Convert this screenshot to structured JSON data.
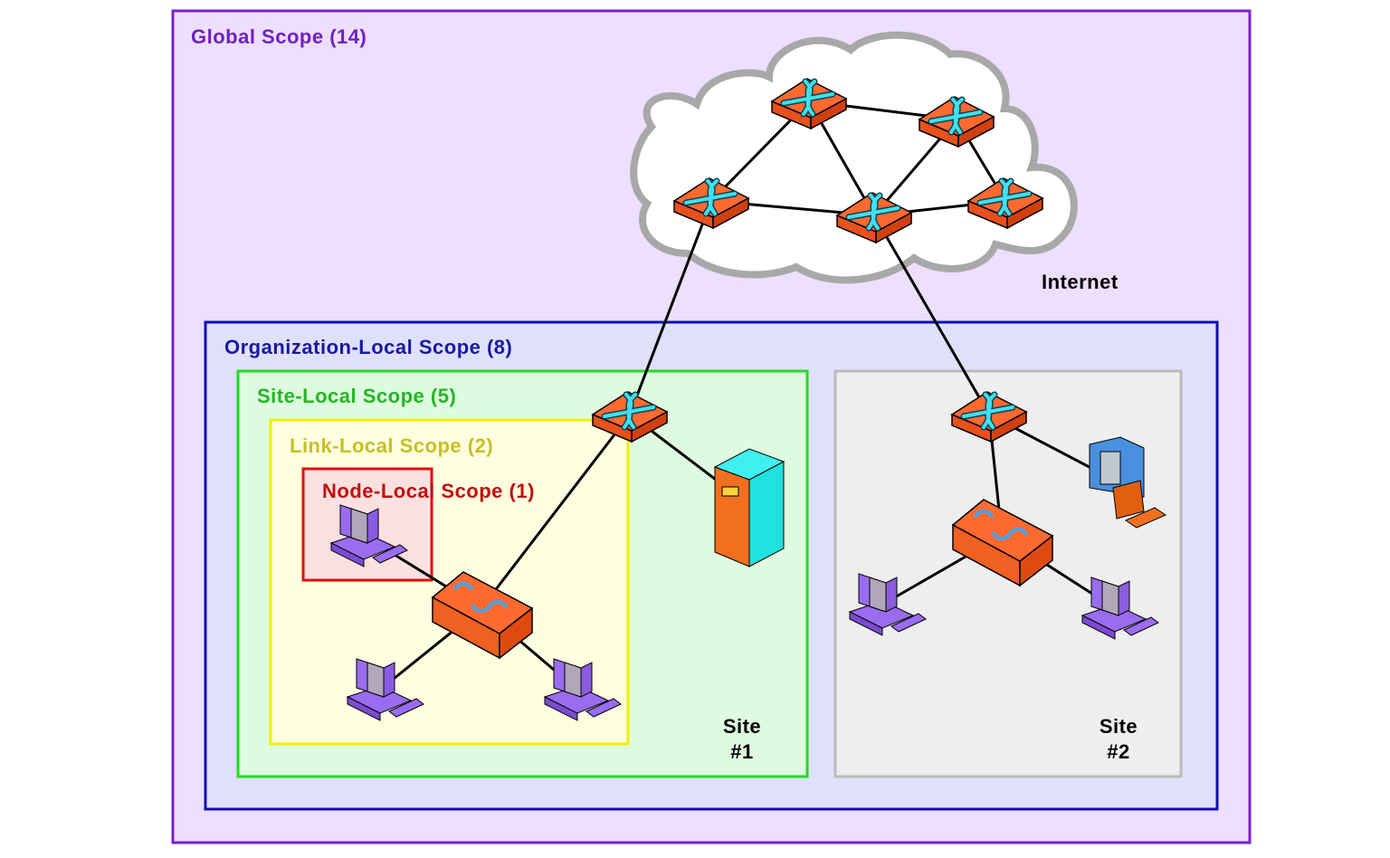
{
  "scopes": {
    "global": {
      "label": "Global Scope (14)",
      "color": "#7020c0",
      "fill": "#eddfff",
      "stroke": "#7a1fd0"
    },
    "organization": {
      "label": "Organization-Local Scope (8)",
      "color": "#1a1aa0",
      "fill": "#dfe0fb",
      "stroke": "#1010b0"
    },
    "site": {
      "label": "Site-Local Scope (5)",
      "color": "#22b822",
      "fill": "#dffbdf",
      "stroke": "#22dd22"
    },
    "link": {
      "label": "Link-Local Scope (2)",
      "color": "#c8c020",
      "fill": "#fefee0",
      "stroke": "#f0f000"
    },
    "node": {
      "label": "Node-Local Scope (1)",
      "color": "#c01010",
      "fill": "#fde0e0",
      "stroke": "#e01010"
    }
  },
  "internet": {
    "label": "Internet"
  },
  "sites": [
    {
      "line1": "Site",
      "line2": "#1"
    },
    {
      "line1": "Site",
      "line2": "#2"
    }
  ],
  "icons": {
    "router": "router-icon",
    "switch": "switch-icon",
    "workstation": "workstation-icon",
    "server": "server-icon"
  },
  "colors": {
    "device_orange": "#ff6a30",
    "arrow_cyan": "#40e0f0",
    "pc_purple": "#9a6cf0",
    "server_cyan": "#20e0e0"
  }
}
